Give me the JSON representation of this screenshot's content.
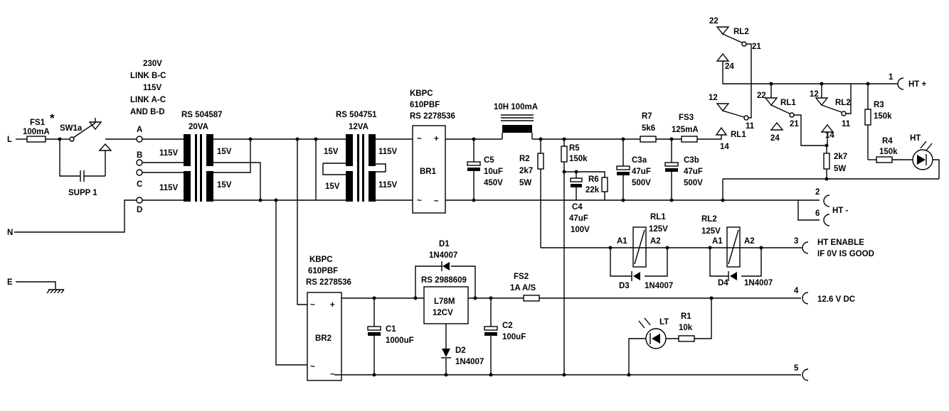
{
  "schematic": {
    "power": {
      "live": "L",
      "neutral": "N",
      "earth": "E"
    },
    "fuses": {
      "fs1": {
        "ref": "FS1",
        "rating": "100mA",
        "mark": "*"
      },
      "fs2": {
        "ref": "FS2",
        "rating": "1A A/S"
      },
      "fs3": {
        "ref": "FS3",
        "rating": "125mA"
      }
    },
    "switch": {
      "ref": "SW1a",
      "suppressor": "SUPP 1"
    },
    "voltage_select": {
      "lines": [
        "230V",
        "LINK B-C",
        "115V",
        "LINK A-C",
        "AND B-D"
      ],
      "terminals": [
        "A",
        "B",
        "C",
        "D"
      ]
    },
    "transformer1": {
      "part": "RS 504587",
      "rating": "20VA",
      "primary": "115V",
      "secondary": "15V"
    },
    "transformer2": {
      "part": "RS 504751",
      "rating": "12VA",
      "low": "15V",
      "high": "115V"
    },
    "bridge1": {
      "l1": "KBPC",
      "l2": "610PBF",
      "l3": "RS 2278536",
      "ref": "BR1"
    },
    "bridge2": {
      "l1": "KBPC",
      "l2": "610PBF",
      "l3": "RS 2278536",
      "ref": "BR2"
    },
    "choke": "10H 100mA",
    "caps": {
      "c5": {
        "ref": "C5",
        "value": "10uF",
        "volts": "450V"
      },
      "c4": {
        "ref": "C4",
        "value": "47uF",
        "volts": "100V"
      },
      "c3a": {
        "ref": "C3a",
        "value": "47uF",
        "volts": "500V"
      },
      "c3b": {
        "ref": "C3b",
        "value": "47uF",
        "volts": "500V"
      },
      "c1": {
        "ref": "C1",
        "value": "1000uF"
      },
      "c2": {
        "ref": "C2",
        "value": "100uF"
      }
    },
    "resistors": {
      "r2": {
        "ref": "R2",
        "value": "2k7",
        "power": "5W"
      },
      "r5": {
        "ref": "R5",
        "value": "150k"
      },
      "r6": {
        "ref": "R6",
        "value": "22k"
      },
      "r7": {
        "ref": "R7",
        "value": "5k6"
      },
      "r3": {
        "ref": "R3",
        "value": "150k"
      },
      "r4": {
        "ref": "R4",
        "value": "150k"
      },
      "rs": {
        "value": "2k7",
        "power": "5W"
      },
      "r1": {
        "ref": "R1",
        "value": "10k"
      }
    },
    "relays": {
      "rl1": {
        "ref": "RL1",
        "volts": "125V",
        "a1": "A1",
        "a2": "A2"
      },
      "rl2": {
        "ref": "RL2",
        "volts": "125V",
        "a1": "A1",
        "a2": "A2"
      }
    },
    "diodes": {
      "d1": {
        "ref": "D1",
        "part": "1N4007"
      },
      "d2": {
        "ref": "D2",
        "part": "1N4007"
      },
      "d3": {
        "ref": "D3",
        "part": "1N4007"
      },
      "d4": {
        "ref": "D4",
        "part": "1N4007"
      }
    },
    "regulator": {
      "part_no": "RS 2988609",
      "name": "L78M",
      "voltage": "12CV"
    },
    "leds": {
      "ht": "HT",
      "lt": "LT"
    },
    "contact_labels": {
      "c11": "11",
      "c12": "12",
      "c14": "14",
      "c21": "21",
      "c22": "22",
      "c24": "24"
    },
    "outputs": {
      "o1": {
        "pin": "1",
        "label": "HT +"
      },
      "o2": {
        "pin": "2"
      },
      "o6": {
        "pin": "6",
        "label": "HT -"
      },
      "o3": {
        "pin": "3",
        "label1": "HT ENABLE",
        "label2": "IF 0V IS GOOD"
      },
      "o4": {
        "pin": "4",
        "label": "12.6 V DC"
      },
      "o5": {
        "pin": "5"
      }
    }
  }
}
